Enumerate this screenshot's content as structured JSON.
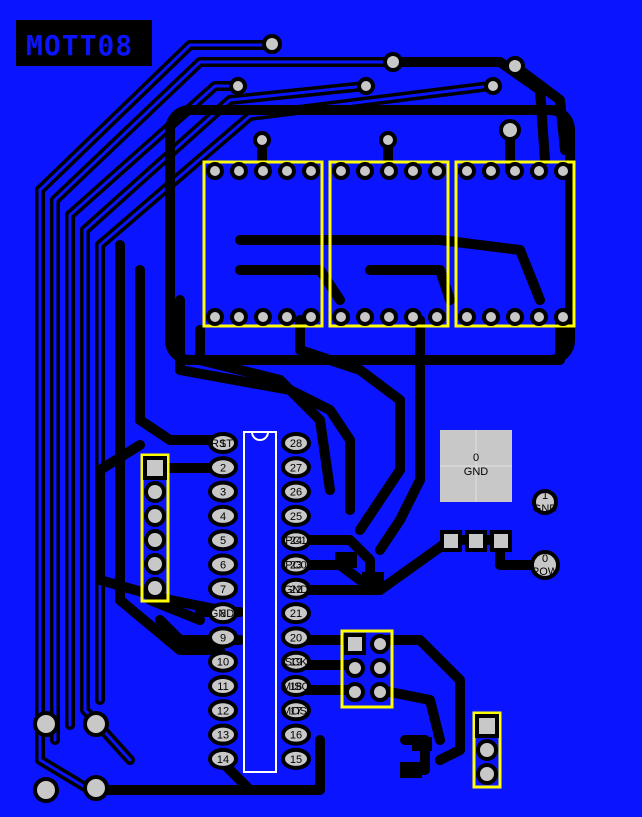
{
  "board": {
    "title": "MOTT08",
    "background_color": "#0a14ff",
    "trace_color": "#000000",
    "silkscreen_color": "#ffff00"
  },
  "ic_left_pins": [
    {
      "n": "1",
      "label": "RST"
    },
    {
      "n": "2",
      "label": ""
    },
    {
      "n": "3",
      "label": ""
    },
    {
      "n": "4",
      "label": ""
    },
    {
      "n": "5",
      "label": ""
    },
    {
      "n": "6",
      "label": ""
    },
    {
      "n": "7",
      "label": ""
    },
    {
      "n": "8",
      "label": "GND"
    },
    {
      "n": "9",
      "label": ""
    },
    {
      "n": "10",
      "label": ""
    },
    {
      "n": "11",
      "label": ""
    },
    {
      "n": "12",
      "label": ""
    },
    {
      "n": "13",
      "label": ""
    },
    {
      "n": "14",
      "label": ""
    }
  ],
  "ic_right_pins": [
    {
      "n": "28",
      "label": ""
    },
    {
      "n": "27",
      "label": ""
    },
    {
      "n": "26",
      "label": ""
    },
    {
      "n": "25",
      "label": ""
    },
    {
      "n": "24",
      "label": "PC1"
    },
    {
      "n": "23",
      "label": "PC0"
    },
    {
      "n": "22",
      "label": "GND"
    },
    {
      "n": "21",
      "label": ""
    },
    {
      "n": "20",
      "label": ""
    },
    {
      "n": "19",
      "label": "SCK"
    },
    {
      "n": "18",
      "label": "MISO"
    },
    {
      "n": "17",
      "label": "MOSI"
    },
    {
      "n": "16",
      "label": ""
    },
    {
      "n": "15",
      "label": ""
    }
  ],
  "ground_pad": {
    "number": "0",
    "label": "GND"
  },
  "test_pads": [
    {
      "number": "1",
      "label": "GND"
    },
    {
      "number": "0",
      "label": "POW"
    }
  ]
}
